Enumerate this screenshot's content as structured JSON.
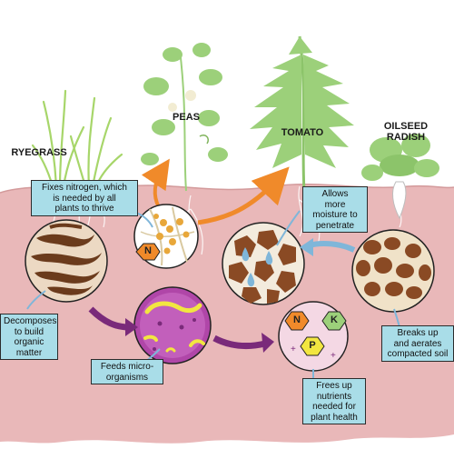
{
  "plants": {
    "ryegrass": "RYEGRASS",
    "peas": "PEAS",
    "tomato": "TOMATO",
    "oilseed_radish": [
      "OILSEED",
      "RADISH"
    ]
  },
  "callouts": {
    "nitrogen": [
      "Fixes nitrogen, which",
      "is needed by all",
      "plants to thrive"
    ],
    "moisture": [
      "Allows",
      "more",
      "moisture to",
      "penetrate"
    ],
    "decompose": [
      "Decomposes",
      "to build",
      "organic",
      "matter"
    ],
    "breaks": [
      "Breaks up",
      "and aerates",
      "compacted soil"
    ],
    "feeds": [
      "Feeds micro-",
      "organisms"
    ],
    "frees": [
      "Frees up",
      "nutrients",
      "needed for",
      "plant health"
    ]
  },
  "nutrients": {
    "n": "N",
    "p": "P",
    "k": "K",
    "pea_n": "N"
  },
  "colors": {
    "soil": "#e9b8b9",
    "callout_bg": "#a9dde8",
    "plant_green": "#9cd07a",
    "orange_arrow": "#f08a2a",
    "purple_arrow": "#7a2a7a",
    "blue_arrow": "#7fb6d9"
  }
}
